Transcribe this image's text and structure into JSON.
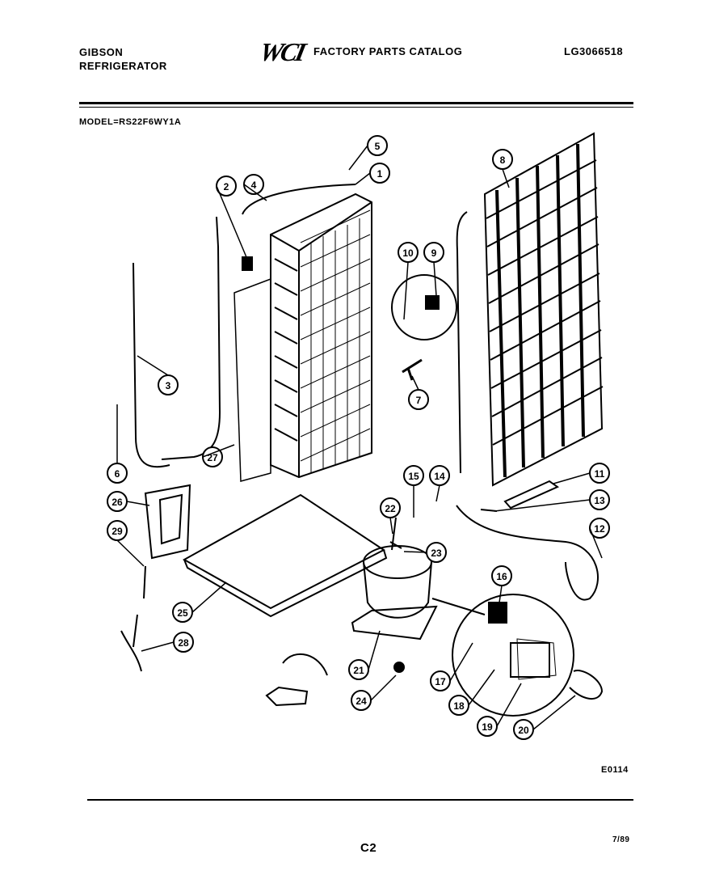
{
  "header": {
    "brand_line1": "GIBSON",
    "brand_line2": "REFRIGERATOR",
    "logo": "WCI",
    "catalog_title": "FACTORY PARTS CATALOG",
    "catalog_number": "LG3066518",
    "model": "MODEL=RS22F6WY1A"
  },
  "callouts": [
    "1",
    "2",
    "3",
    "4",
    "5",
    "6",
    "7",
    "8",
    "9",
    "10",
    "11",
    "12",
    "13",
    "14",
    "15",
    "16",
    "17",
    "18",
    "19",
    "20",
    "21",
    "22",
    "23",
    "24",
    "25",
    "26",
    "27",
    "28",
    "29"
  ],
  "footer": {
    "figure_code": "E0114",
    "page": "C2",
    "date": "7/89"
  }
}
